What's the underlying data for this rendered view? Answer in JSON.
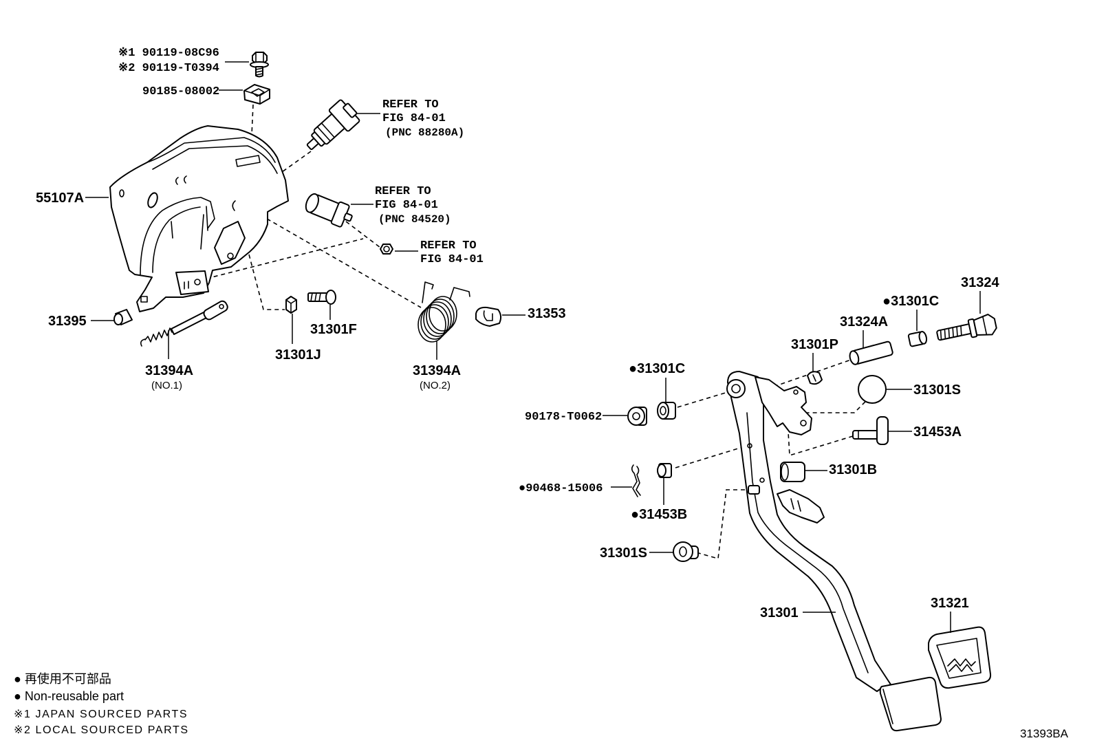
{
  "callouts": {
    "bolt_japan": "※1 90119-08C96",
    "bolt_local": "※2 90119-T0394",
    "clip_nut": "90185-08002",
    "cover": "55107A",
    "switch_88280a": [
      "REFER TO",
      "FIG 84-01",
      "(PNC 88280A)"
    ],
    "switch_84520": [
      "REFER TO",
      "FIG 84-01",
      "(PNC 84520)"
    ],
    "nut_ref": [
      "REFER TO",
      "FIG 84-01"
    ],
    "bushing_31395": "31395",
    "spring_no1": [
      "31394A",
      "(NO.1)"
    ],
    "nut_31301j": "31301J",
    "bolt_31301f": "31301F",
    "spring_no2": [
      "31394A",
      "(NO.2)"
    ],
    "clip_31353": "31353",
    "bolt_31324": "31324",
    "collar_31301c_right": "●31301C",
    "sleeve_31324a": "31324A",
    "clip_31301p": "31301P",
    "collar_31301c_left": "●31301C",
    "stopper_31301s_upper": "31301S",
    "nut_90178": "90178-T0062",
    "pin_31453a": "31453A",
    "stopper_31301b": "31301B",
    "cotter_pin_90468": "●90468-15006",
    "bushing_31453b": "●31453B",
    "stopper_31301s_lower": "31301S",
    "pedal_arm_31301": "31301",
    "pedal_pad_31321": "31321"
  },
  "legend": [
    "● 再使用不可部品",
    "● Non-reusable part",
    "※1 JAPAN SOURCED PARTS",
    "※2 LOCAL SOURCED PARTS"
  ],
  "figure_code": "31393BA"
}
